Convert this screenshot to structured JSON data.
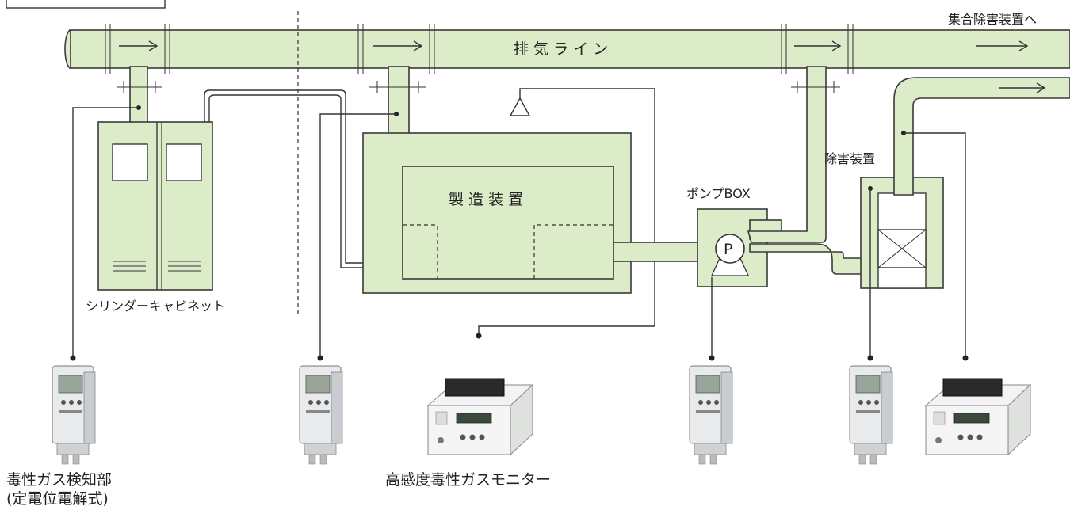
{
  "labels": {
    "header_fragment": "",
    "exhaust_line": "排 気 ラ イ ン",
    "collective_abatement": "集合除害装置へ",
    "cylinder_cabinet": "シリンダーキャビネット",
    "manufacturing_equipment": "製 造 装 置",
    "pump_box": "ポンプBOX",
    "pump_symbol": "P",
    "abatement_device": "除害装置",
    "toxic_gas_detector_line1": "毒性ガス検知部",
    "toxic_gas_detector_line2": "(定電位電解式)",
    "high_sensitivity_monitor": "高感度毒性ガスモニター"
  },
  "colors": {
    "pipe_fill": "#dcebc8",
    "outline": "#3a3a3a",
    "background": "#ffffff"
  },
  "devices": [
    {
      "name": "detector-unit-cabinet",
      "type": "detector"
    },
    {
      "name": "detector-unit-equipment",
      "type": "detector"
    },
    {
      "name": "monitor-unit-equipment",
      "type": "monitor"
    },
    {
      "name": "detector-unit-pump",
      "type": "detector"
    },
    {
      "name": "detector-unit-abatement",
      "type": "detector"
    },
    {
      "name": "monitor-unit-abatement",
      "type": "monitor"
    }
  ]
}
